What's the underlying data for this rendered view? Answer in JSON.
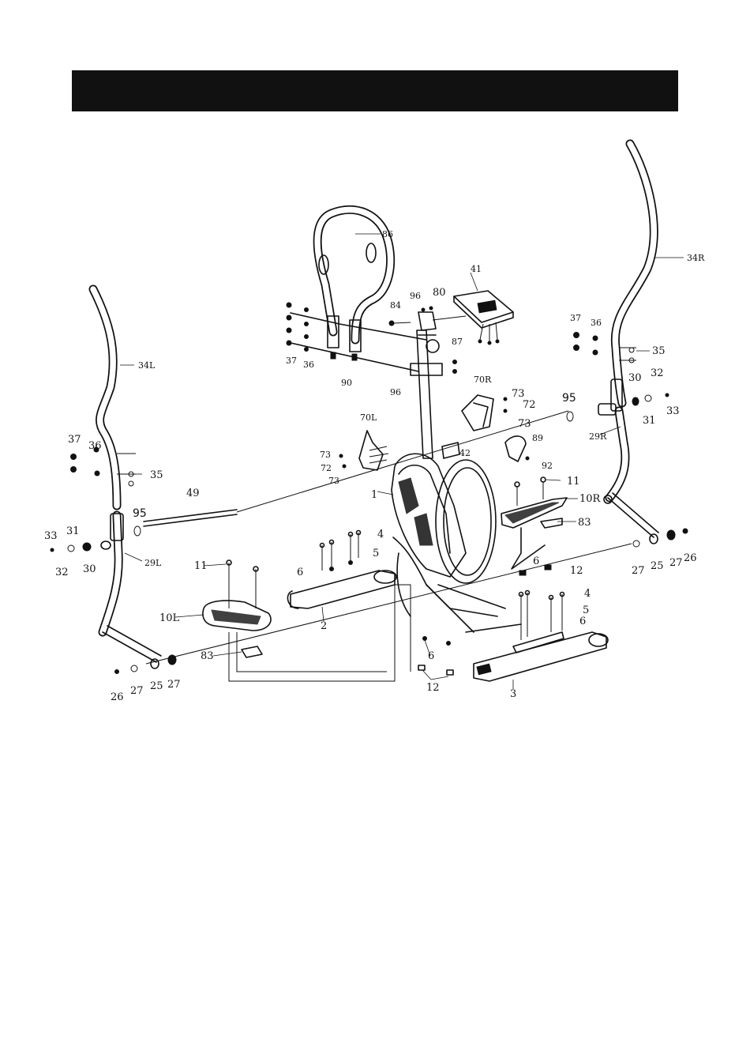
{
  "header": {
    "title": ""
  },
  "labels": {
    "l1": "1",
    "l2": "2",
    "l3": "3",
    "l4a": "4",
    "l4b": "4",
    "l5a": "5",
    "l5b": "5",
    "l6a": "6",
    "l6b": "6",
    "l6c": "6",
    "l6d": "6",
    "l10L": "10L",
    "l10R": "10R",
    "l11a": "11",
    "l11b": "11",
    "l12a": "12",
    "l12b": "12",
    "l25a": "25",
    "l25b": "25",
    "l26a": "26",
    "l26b": "26",
    "l27a": "27",
    "l27b": "27",
    "l27c": "27",
    "l27d": "27",
    "l29L": "29L",
    "l29R": "29R",
    "l30a": "30",
    "l30b": "30",
    "l31a": "31",
    "l31b": "31",
    "l32a": "32",
    "l32b": "32",
    "l33a": "33",
    "l33b": "33",
    "l34L": "34L",
    "l34R": "34R",
    "l35a": "35",
    "l35b": "35",
    "l36a": "36",
    "l36b": "36",
    "l36c": "36",
    "l37a": "37",
    "l37b": "37",
    "l37c": "37",
    "l41": "41",
    "l42": "42",
    "l49": "49",
    "l70L": "70L",
    "l70R": "70R",
    "l72a": "72",
    "l72b": "72",
    "l73a": "73",
    "l73b": "73",
    "l73c": "73",
    "l73d": "73",
    "l80": "80",
    "l83a": "83",
    "l83b": "83",
    "l84": "84",
    "l86": "86",
    "l87": "87",
    "l89": "89",
    "l90": "90",
    "l92": "92",
    "l95a": "95",
    "l95b": "95",
    "l96a": "96",
    "l96b": "96"
  }
}
